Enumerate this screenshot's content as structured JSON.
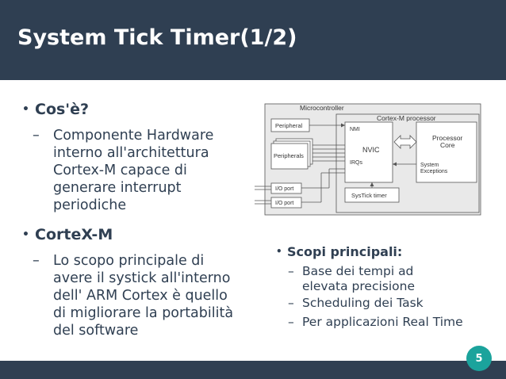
{
  "slide": {
    "title": "System Tick Timer(1/2)",
    "page_number": "5"
  },
  "left": {
    "bullet1": "Cos'è?",
    "bullet1_text": "Componente Hardware interno all'architettura Cortex-M capace di generare interrupt periodiche",
    "bullet2": "CorteX-M",
    "bullet2_text": "Lo scopo principale di avere il systick all'interno dell' ARM Cortex è quello di migliorare la portabilità del software"
  },
  "right": {
    "bullet": "Scopi principali:",
    "items": [
      "Base dei tempi ad elevata precisione",
      "Scheduling dei Task",
      "Per applicazioni Real Time"
    ]
  },
  "diagram": {
    "microcontroller": "Microcontroller",
    "processor": "Cortex-M processor",
    "peripheral": "Peripheral",
    "peripherals": "Peripherals",
    "io_port_1": "I/O port",
    "io_port_2": "I/O port",
    "nmi": "NMI",
    "nvic": "NVIC",
    "irqs": "IRQs",
    "systick": "SysTick timer",
    "processor_core_1": "Processor",
    "processor_core_2": "Core",
    "system_exceptions_1": "System",
    "system_exceptions_2": "Exceptions"
  },
  "colors": {
    "header": "#2f3f52",
    "accent": "#1ba39c",
    "diagram_bg": "#e9e9e9"
  }
}
